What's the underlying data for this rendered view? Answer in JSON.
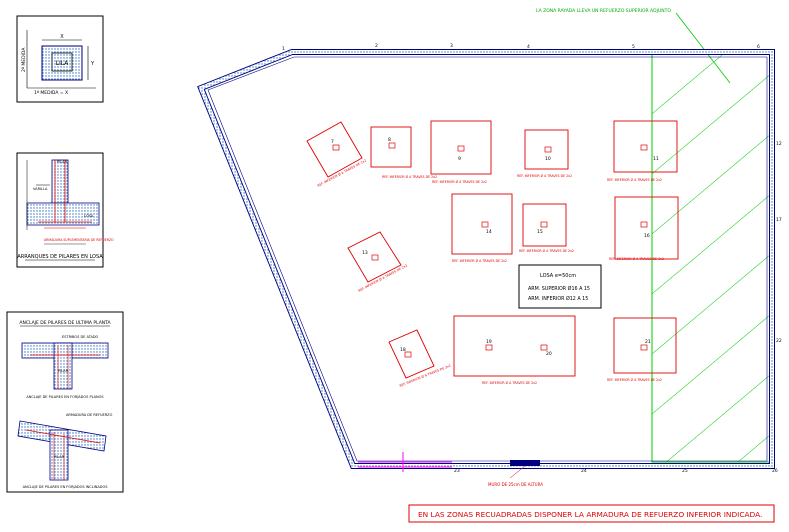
{
  "detail_boxes": {
    "pilar_dims": {
      "label_center": "LILA",
      "dim_top": "X",
      "dim_side": "Y",
      "axis_y": "2ª MEDIDA",
      "axis_x": "1ª MEDIDA = X"
    },
    "arranque": {
      "title": "ARRANQUES DE PILARES EN LOSA",
      "lbl_pilar": "PILAR",
      "lbl_vert": "VARILLA",
      "lbl_losa": "LOSA",
      "note": "ARMADURA SUPLEMENTARIA DE REFUERZO"
    },
    "anclaje": {
      "title": "ANCLAJE DE PILARES DE ULTIMA PLANTA",
      "note_top": "ESTRIBOS DE ATADO",
      "sub1": "ANCLAJE DE PILARES EN FORJADOS PLANOS",
      "note_mid": "ARMADURA DE REFUERZO",
      "sub2": "ANCLAJE DE PILARES EN FORJADOS INCLINADOS",
      "lbl_pilar": "PILAR"
    }
  },
  "plan": {
    "top_note": "LA ZONA RAYADA LLEVA UN REFUERZO SUPERIOR ADJUNTO",
    "axis_top": [
      "1",
      "2",
      "3",
      "4",
      "5",
      "6"
    ],
    "axis_right": [
      "12",
      "17",
      "22"
    ],
    "axis_bottom": [
      "23",
      "24",
      "25",
      "26"
    ],
    "pillars": [
      "7",
      "8",
      "9",
      "10",
      "11",
      "13",
      "14",
      "15",
      "16",
      "18",
      "19",
      "20",
      "21"
    ],
    "reinf_label": "REF. INFERIOR Ø A TRAVES DE 2x2",
    "slab_info": {
      "line1": "LOSA e=50cm",
      "line2": "ARM. SUPERIOR Ø16 A 15",
      "line3": "ARM. INFERIOR Ø12 A 15"
    },
    "muro_label": "MURO DE 25cm DE ALTURA",
    "footer_note": "EN LAS ZONAS RECUADRADAS DISPONER LA ARMADURA DE REFUERZO INFERIOR INDICADA."
  },
  "colors": {
    "outline": "#000080",
    "red": "#e00000",
    "green": "#00cc00",
    "magenta": "#ff00ff",
    "hatch_fill": "#4aa0e0"
  }
}
